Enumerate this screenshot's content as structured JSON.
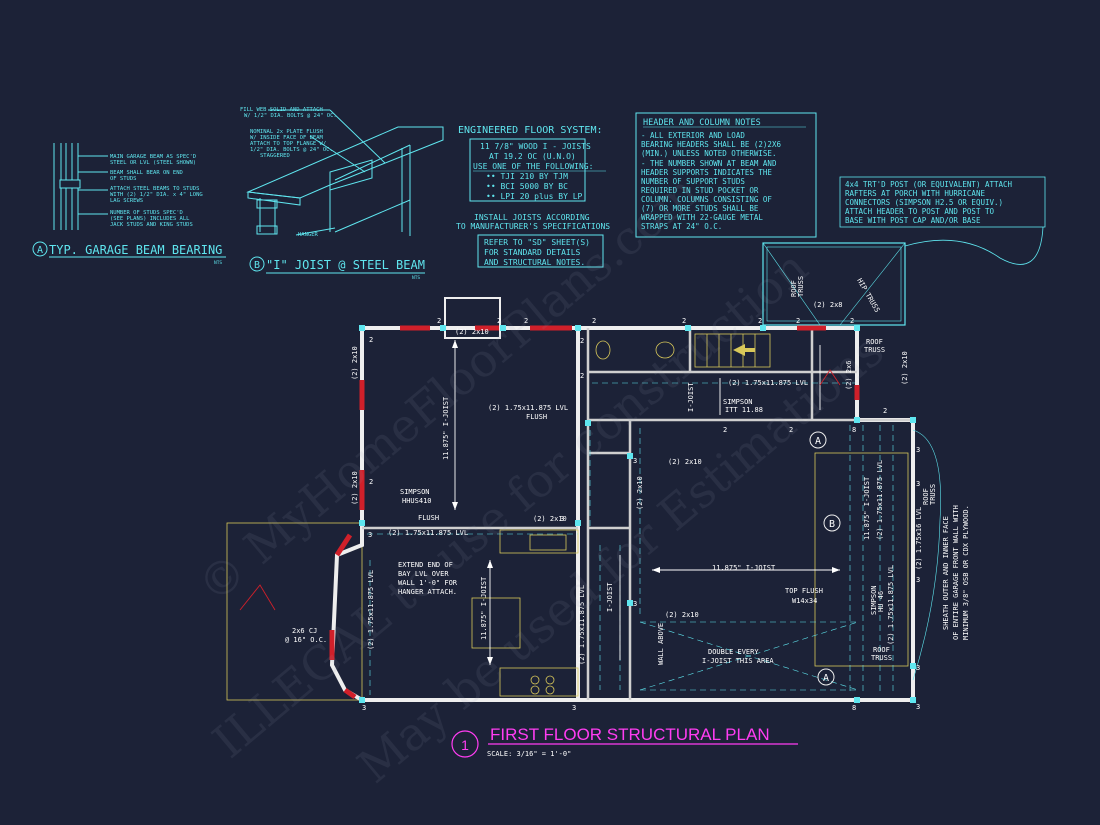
{
  "plan_title": "FIRST FLOOR STRUCTURAL PLAN",
  "plan_number": "1",
  "plan_scale": "SCALE: 3/16\" = 1'-0\"",
  "detail_a": {
    "bubble": "A",
    "title": "TYP. GARAGE BEAM BEARING",
    "nts": "NTS",
    "notes": [
      "MAIN GARAGE BEAM AS SPEC'D",
      "STEEL OR LVL (STEEL SHOWN)",
      "BEAM SHALL BEAR ON END",
      "OF STUDS",
      "ATTACH STEEL BEAMS TO STUDS",
      "WITH (2) 1/2\" DIA. x 4\" LONG",
      "LAG SCREWS",
      "NUMBER OF STUDS SPEC'D",
      "(SEE PLANS) INCLUDES ALL",
      "JACK STUDS AND KING STUDS"
    ]
  },
  "detail_b": {
    "bubble": "B",
    "title": "\"I\" JOIST @ STEEL BEAM",
    "nts": "NTS",
    "notes": [
      "FILL WEB SOLID AND ATTACH",
      "W/ 1/2\" DIA. BOLTS @ 24\" OC.",
      "NOMINAL 2x PLATE FLUSH",
      "W/ INSIDE FACE OF BEAM",
      "ATTACH TO TOP FLANGE W/",
      "1/2\" DIA. BOLTS @ 24\" OC.",
      "STAGGERED"
    ],
    "hanger": "HANGER"
  },
  "floor_system": {
    "title": "ENGINEERED FLOOR SYSTEM:",
    "lines": [
      "11 7/8\" WOOD I - JOISTS",
      "AT 19.2 OC (U.N.O)",
      "USE ONE OF THE FOLLOWING:",
      "•• TJI 210 BY TJM",
      "•• BCI 5000 BY BC",
      "•• LPI 20 plus BY LP"
    ],
    "install": [
      "INSTALL JOISTS ACCORDING",
      "TO MANUFACTURER'S SPECIFICATIONS"
    ],
    "refer": [
      "REFER TO \"SD\" SHEET(S)",
      "FOR STANDARD DETAILS",
      "AND STRUCTURAL NOTES."
    ]
  },
  "header_notes": {
    "title": "HEADER AND COLUMN NOTES",
    "lines": [
      "- ALL EXTERIOR AND LOAD",
      "BEARING HEADERS SHALL BE (2)2X6",
      "(MIN.) UNLESS NOTED OTHERWISE.",
      "- THE NUMBER SHOWN AT BEAM AND",
      "HEADER SUPPORTS INDICATES THE",
      "NUMBER OF SUPPORT STUDS",
      "REQUIRED IN STUD POCKET OR",
      "COLUMN.  COLUMNS CONSISTING OF",
      "(7) OR MORE STUDS SHALL BE",
      "WRAPPED WITH 22-GAUGE METAL",
      "STRAPS AT 24\" O.C."
    ]
  },
  "post_note": [
    "4x4 TRT'D POST (OR EQUIVALENT) ATTACH",
    "RAFTERS AT PORCH WITH HURRICANE",
    "CONNECTORS (SIMPSON H2.5 OR EQUIV.)",
    "ATTACH HEADER TO POST AND POST TO",
    "BASE WITH POST CAP AND/OR BASE"
  ],
  "sheath_note": [
    "SHEATH OUTER AND INNER FACE",
    "OF ENTIRE GARAGE FRONT WALL WITH",
    "MINIMUM 3/8\" OSB OR CDX PLYWOOD."
  ],
  "labels": {
    "hdr_2x10_top": "(2) 2x10",
    "beam_2x10_left_top": "(2) 2x10",
    "beam_2x10_left_mid": "(2) 2x10",
    "ijoist_main": "11.875\" I-JOIST",
    "lvl_flush": "(2) 1.75x11.875 LVL",
    "flush": "FLUSH",
    "ijoist_stair": "I-JOIST",
    "lvl_stair": "(2) 1.75x11.875 LVL",
    "simpson_itt": "SIMPSON",
    "simpson_itt_model": "ITT 11.88",
    "hdr_2x6": "(2) 2x6",
    "hdr_2x8": "(2) 2x8",
    "roof_truss_1": "ROOF",
    "roof_truss_1b": "TRUSS",
    "hip_truss": "HIP TRUSS",
    "roof_truss_2": "ROOF",
    "roof_truss_2b": "TRUSS",
    "hdr_2x10_right": "(2) 2x10",
    "simpson_hhus": "SIMPSON",
    "simpson_hhus_model": "HHUS410",
    "flush_2": "FLUSH",
    "lvl_kitchen": "(2) 1.75x11.875 LVL",
    "hdr_2x10_kitchen": "(2) 2x10",
    "hdr_2x10_garage": "(2) 2x10",
    "extend_note": [
      "EXTEND END OF",
      "BAY LVL OVER",
      "WALL 1'-0\" FOR",
      "HANGER ATTACH."
    ],
    "lvl_bay": "(2) 1.75x11.875 LVL",
    "ijoist_kitchen": "11.875\" I-JOIST",
    "lvl_kitchen_v": "(2) 1.75x11.875 LVL",
    "ijoist_pantry": "I-JOIST",
    "ijoist_garage": "11.875\" I-JOIST",
    "top_flush": "TOP FLUSH",
    "top_flush_beam": "W14x34",
    "double_joist": [
      "DOUBLE EVERY",
      "I-JOIST THIS AREA"
    ],
    "hdr_2x10_garage_low": "(2) 2x10",
    "wall_above": "WALL ABOVE",
    "cj_note": [
      "2x6 CJ",
      "@ 16\" O.C."
    ],
    "garage_lvl_1": "11.875\" I-JOIST",
    "garage_lvl_2": "(2) 1.75x11.875 LVL",
    "garage_lvl_3": "(2) 1.75x16 LVL",
    "garage_lvl_4": "(2) 1.75x11.875 LVL",
    "simpson_h": "SIMPSON",
    "simpson_h_model": "HU 46",
    "roof_truss_3": "ROOF",
    "roof_truss_3b": "TRUSS",
    "roof_truss_4": "ROOF",
    "roof_truss_4b": "TRUSS",
    "hdr_2x10_v": "(2) 2x10",
    "section_a_1": "A",
    "section_a_2": "A",
    "section_b": "B"
  },
  "stud_counts": [
    "2",
    "2",
    "2",
    "2",
    "2",
    "2",
    "2",
    "2",
    "2",
    "2",
    "2",
    "2",
    "3",
    "3",
    "3",
    "3",
    "3",
    "3",
    "3",
    "3",
    "3",
    "3",
    "2",
    "2",
    "8",
    "8",
    "2",
    "3"
  ],
  "watermark": [
    "© MyHomeFloorPlans.com",
    "ILLEGAL to use for construction",
    "May be used for Estimations"
  ]
}
